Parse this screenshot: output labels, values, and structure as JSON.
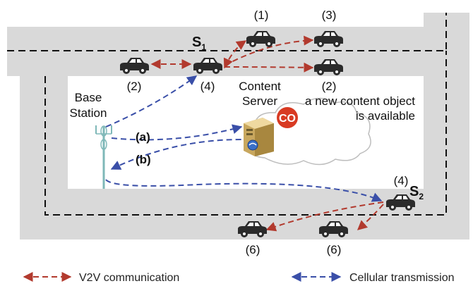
{
  "diagram": {
    "roadside_unit_top": {
      "main": "S",
      "sub": "1"
    },
    "roadside_unit_bottom": {
      "main": "S",
      "sub": "2"
    },
    "base_station_label": [
      "Base",
      "Station"
    ],
    "content_server_label": [
      "Content",
      "Server"
    ],
    "content_object_badge": "CO",
    "new_content_note": [
      "a new content object",
      "is available"
    ],
    "transmission_labels": {
      "a": "(a)",
      "b": "(b)"
    },
    "vehicle_labels": {
      "v1": "(1)",
      "v3": "(3)",
      "v2_left": "(2)",
      "v4_top": "(4)",
      "v2_right": "(2)",
      "v4_bottom": "(4)",
      "v6_left": "(6)",
      "v6_right": "(6)"
    },
    "legend": {
      "v2v": "V2V communication",
      "cellular": "Cellular transmission"
    },
    "colors": {
      "v2v": "#b23a2e",
      "cellular": "#3a4fa8",
      "road": "#d9d9d9",
      "co_badge": "#d83a22"
    },
    "icons": [
      "car-icon",
      "cell-tower-icon",
      "server-icon",
      "cloud-icon"
    ]
  }
}
